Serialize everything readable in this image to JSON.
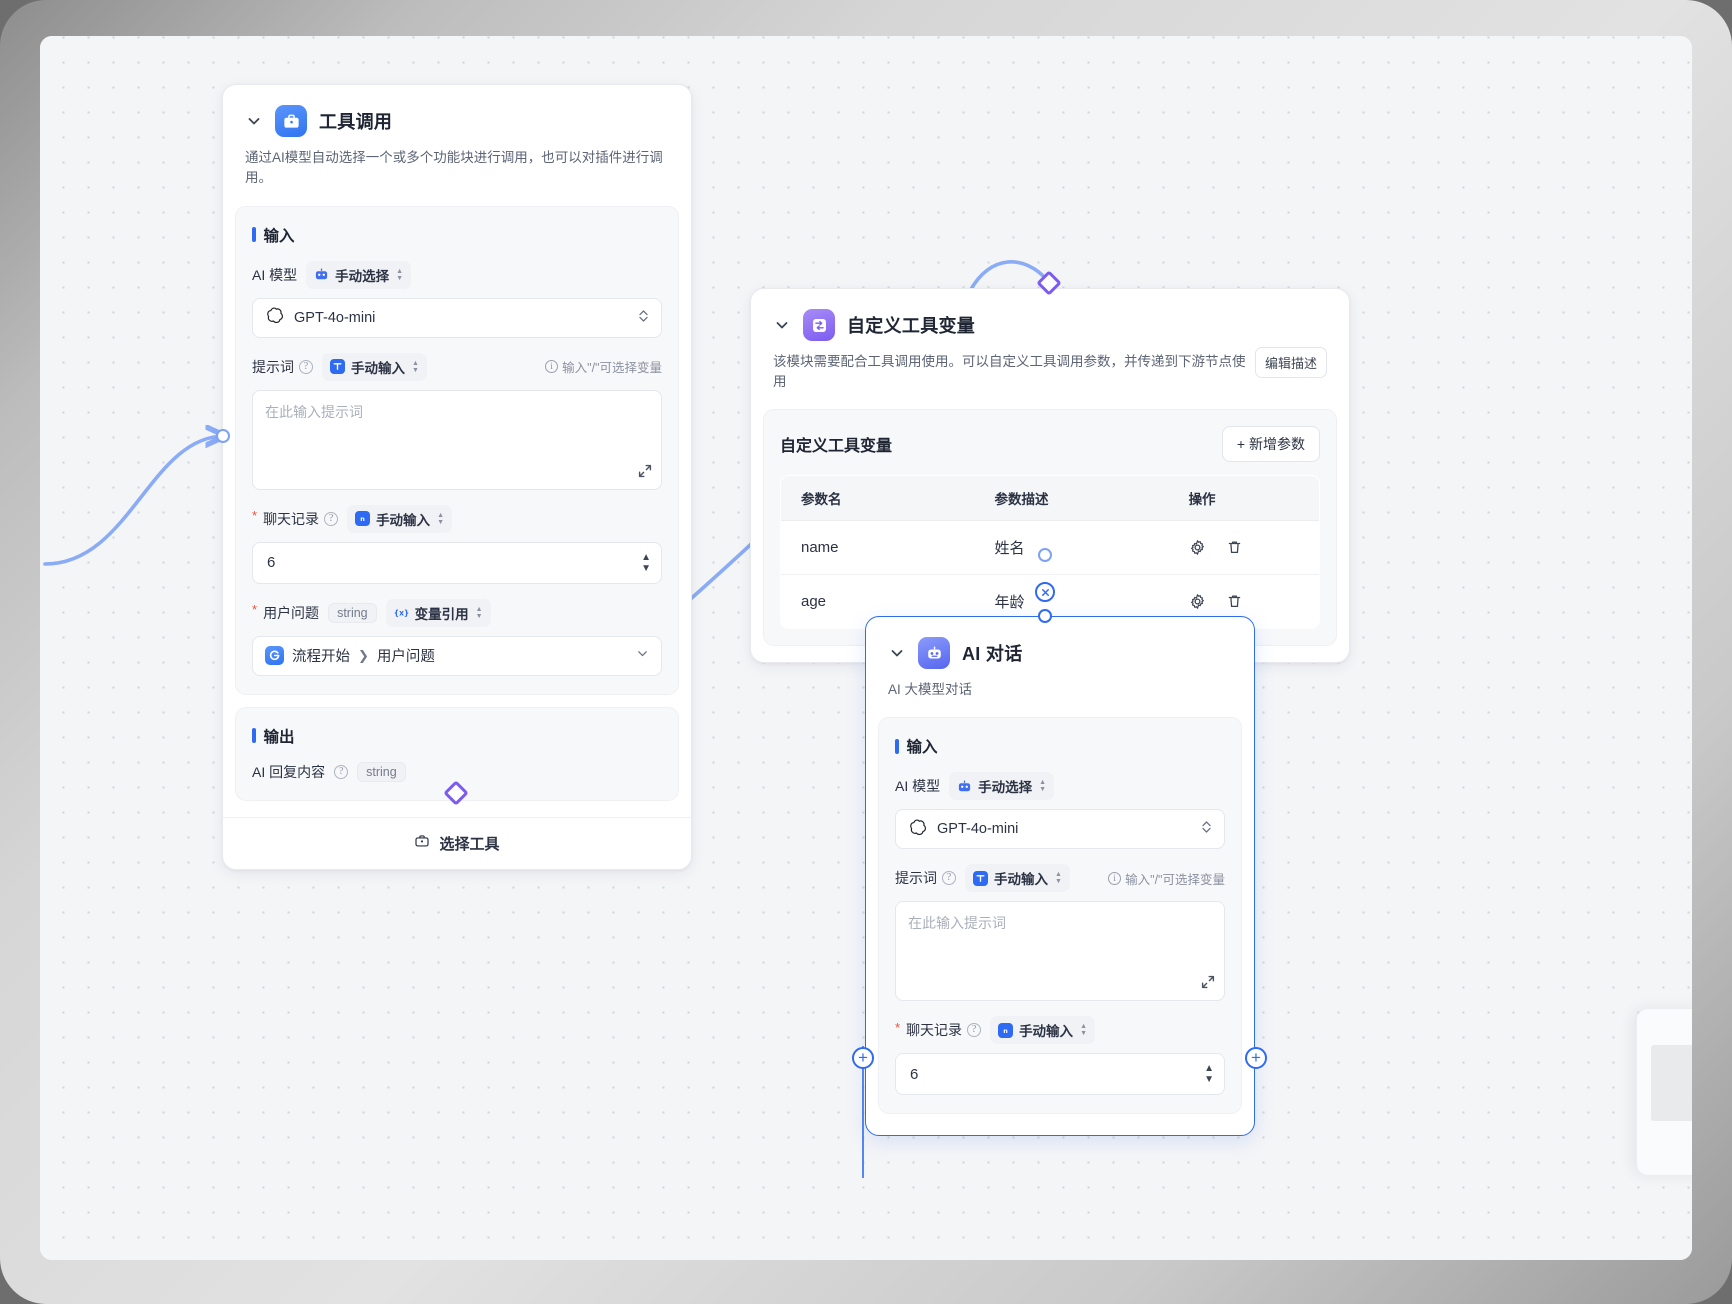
{
  "nodes": {
    "tool_call": {
      "title": "工具调用",
      "description": "通过AI模型自动选择一个或多个功能块进行调用，也可以对插件进行调用。",
      "icon": "toolbox-icon",
      "input_section_title": "输入",
      "output_section_title": "输出",
      "fields": {
        "ai_model": {
          "label": "AI 模型",
          "mode": "手动选择",
          "mode_icon": "robot-icon",
          "value": "GPT-4o-mini",
          "value_icon": "openai-icon"
        },
        "prompt": {
          "label": "提示词",
          "mode": "手动输入",
          "mode_icon": "text-input-icon",
          "hint": "输入\"/\"可选择变量",
          "placeholder": "在此输入提示词"
        },
        "chat_history": {
          "label": "聊天记录",
          "required": true,
          "mode": "手动输入",
          "mode_icon": "number-input-icon",
          "value": "6"
        },
        "user_question": {
          "label": "用户问题",
          "required": true,
          "type_tag": "string",
          "mode": "变量引用",
          "mode_icon": "variable-icon",
          "ref_source": "流程开始",
          "ref_field": "用户问题",
          "ref_icon": "flow-start-icon"
        }
      },
      "output": {
        "label": "AI 回复内容",
        "type_tag": "string"
      },
      "footer_button": "选择工具",
      "footer_icon": "toolbox-icon"
    },
    "custom_tool_vars": {
      "title": "自定义工具变量",
      "icon": "variables-icon",
      "description": "该模块需要配合工具调用使用。可以自定义工具调用参数，并传递到下游节点使用",
      "edit_desc_button": "编辑描述",
      "panel_title": "自定义工具变量",
      "add_button": "+ 新增参数",
      "table": {
        "columns": [
          "参数名",
          "参数描述",
          "操作"
        ],
        "rows": [
          {
            "name": "name",
            "desc": "姓名",
            "actions": [
              "gear-icon",
              "trash-icon"
            ]
          },
          {
            "name": "age",
            "desc": "年龄",
            "actions": [
              "gear-icon",
              "trash-icon"
            ]
          }
        ]
      }
    },
    "ai_chat": {
      "title": "AI 对话",
      "icon": "ai-robot-icon",
      "description": "AI 大模型对话",
      "input_section_title": "输入",
      "fields": {
        "ai_model": {
          "label": "AI 模型",
          "mode": "手动选择",
          "mode_icon": "robot-icon",
          "value": "GPT-4o-mini",
          "value_icon": "openai-icon"
        },
        "prompt": {
          "label": "提示词",
          "mode": "手动输入",
          "mode_icon": "text-input-icon",
          "hint": "输入\"/\"可选择变量",
          "placeholder": "在此输入提示词"
        },
        "chat_history": {
          "label": "聊天记录",
          "required": true,
          "mode": "手动输入",
          "mode_icon": "number-input-icon",
          "value": "6"
        }
      }
    }
  },
  "colors": {
    "accent_blue": "#2f6bf2",
    "edge_blue": "#8aabf5",
    "diamond_purple": "#7c5cf0",
    "canvas_bg": "#f4f5f7",
    "required_red": "#e8503a"
  }
}
